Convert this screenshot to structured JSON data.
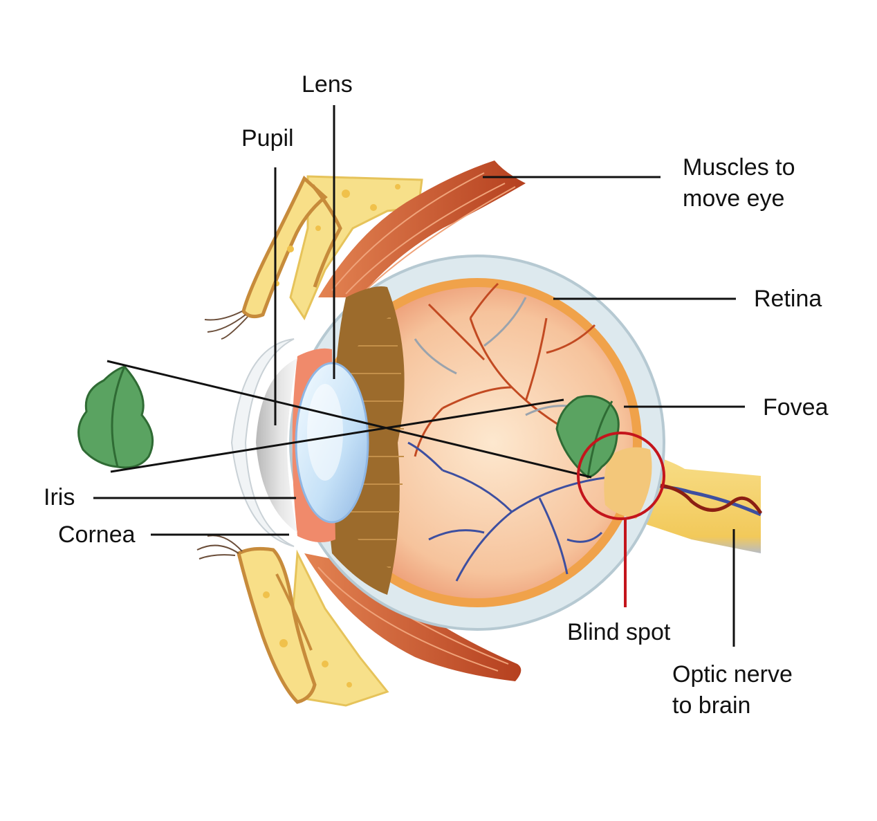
{
  "diagram": {
    "labels": {
      "lens": "Lens",
      "pupil": "Pupil",
      "muscles_line1": "Muscles to",
      "muscles_line2": "move eye",
      "retina": "Retina",
      "fovea": "Fovea",
      "iris": "Iris",
      "cornea": "Cornea",
      "blind_spot": "Blind spot",
      "optic_line1": "Optic nerve",
      "optic_line2": "to brain"
    },
    "colors": {
      "sclera": "#dde9ee",
      "choroid": "#f0a24a",
      "retina_inner": "#f6c59a",
      "vitreous": "#f2b48c",
      "ciliary": "#9c6b2c",
      "lens": "#c8e2f7",
      "iris": "#f08a6b",
      "muscle": "#c9542e",
      "bone": "#f7e08a",
      "nerve": "#f3d27a",
      "leaf": "#5aa361",
      "blind_spot_marker": "#c4151c",
      "vein": "#3d4fa0",
      "artery": "#c24a22"
    }
  }
}
